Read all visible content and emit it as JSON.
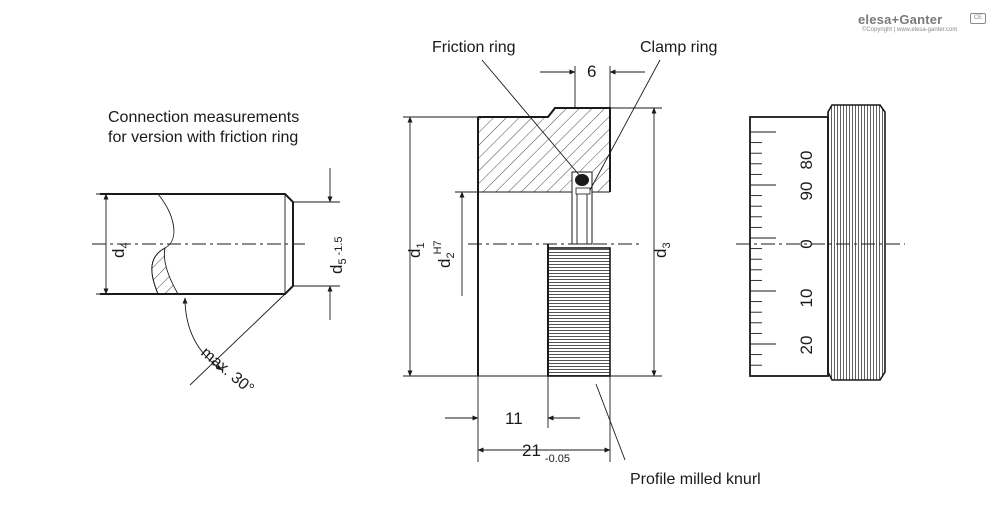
{
  "brand": {
    "logo": "elesa+Ganter",
    "copyright": "©Copyright | www.elesa-ganter.com",
    "badge": "CE"
  },
  "labels": {
    "connection_line1": "Connection measurements",
    "connection_line2": "for version with friction ring",
    "friction_ring": "Friction ring",
    "clamp_ring": "Clamp ring",
    "profile_knurl": "Profile milled knurl",
    "max_angle": "max. 30°"
  },
  "dimensions": {
    "d4": {
      "main": "d",
      "sub": "4"
    },
    "d5": {
      "main": "d",
      "sub": "5",
      "tol": "-1.5"
    },
    "d1": {
      "main": "d",
      "sub": "1"
    },
    "d2": {
      "main": "d",
      "sub": "2",
      "sup": "H7"
    },
    "d3": {
      "main": "d",
      "sub": "3"
    },
    "width_6": "6",
    "width_11": "11",
    "width_21": {
      "main": "21",
      "tol": "-0.05"
    }
  },
  "scale_labels": [
    "80",
    "90",
    "0",
    "10",
    "20"
  ],
  "colors": {
    "line": "#1a1a1a",
    "logo": "#7a7a7a"
  }
}
